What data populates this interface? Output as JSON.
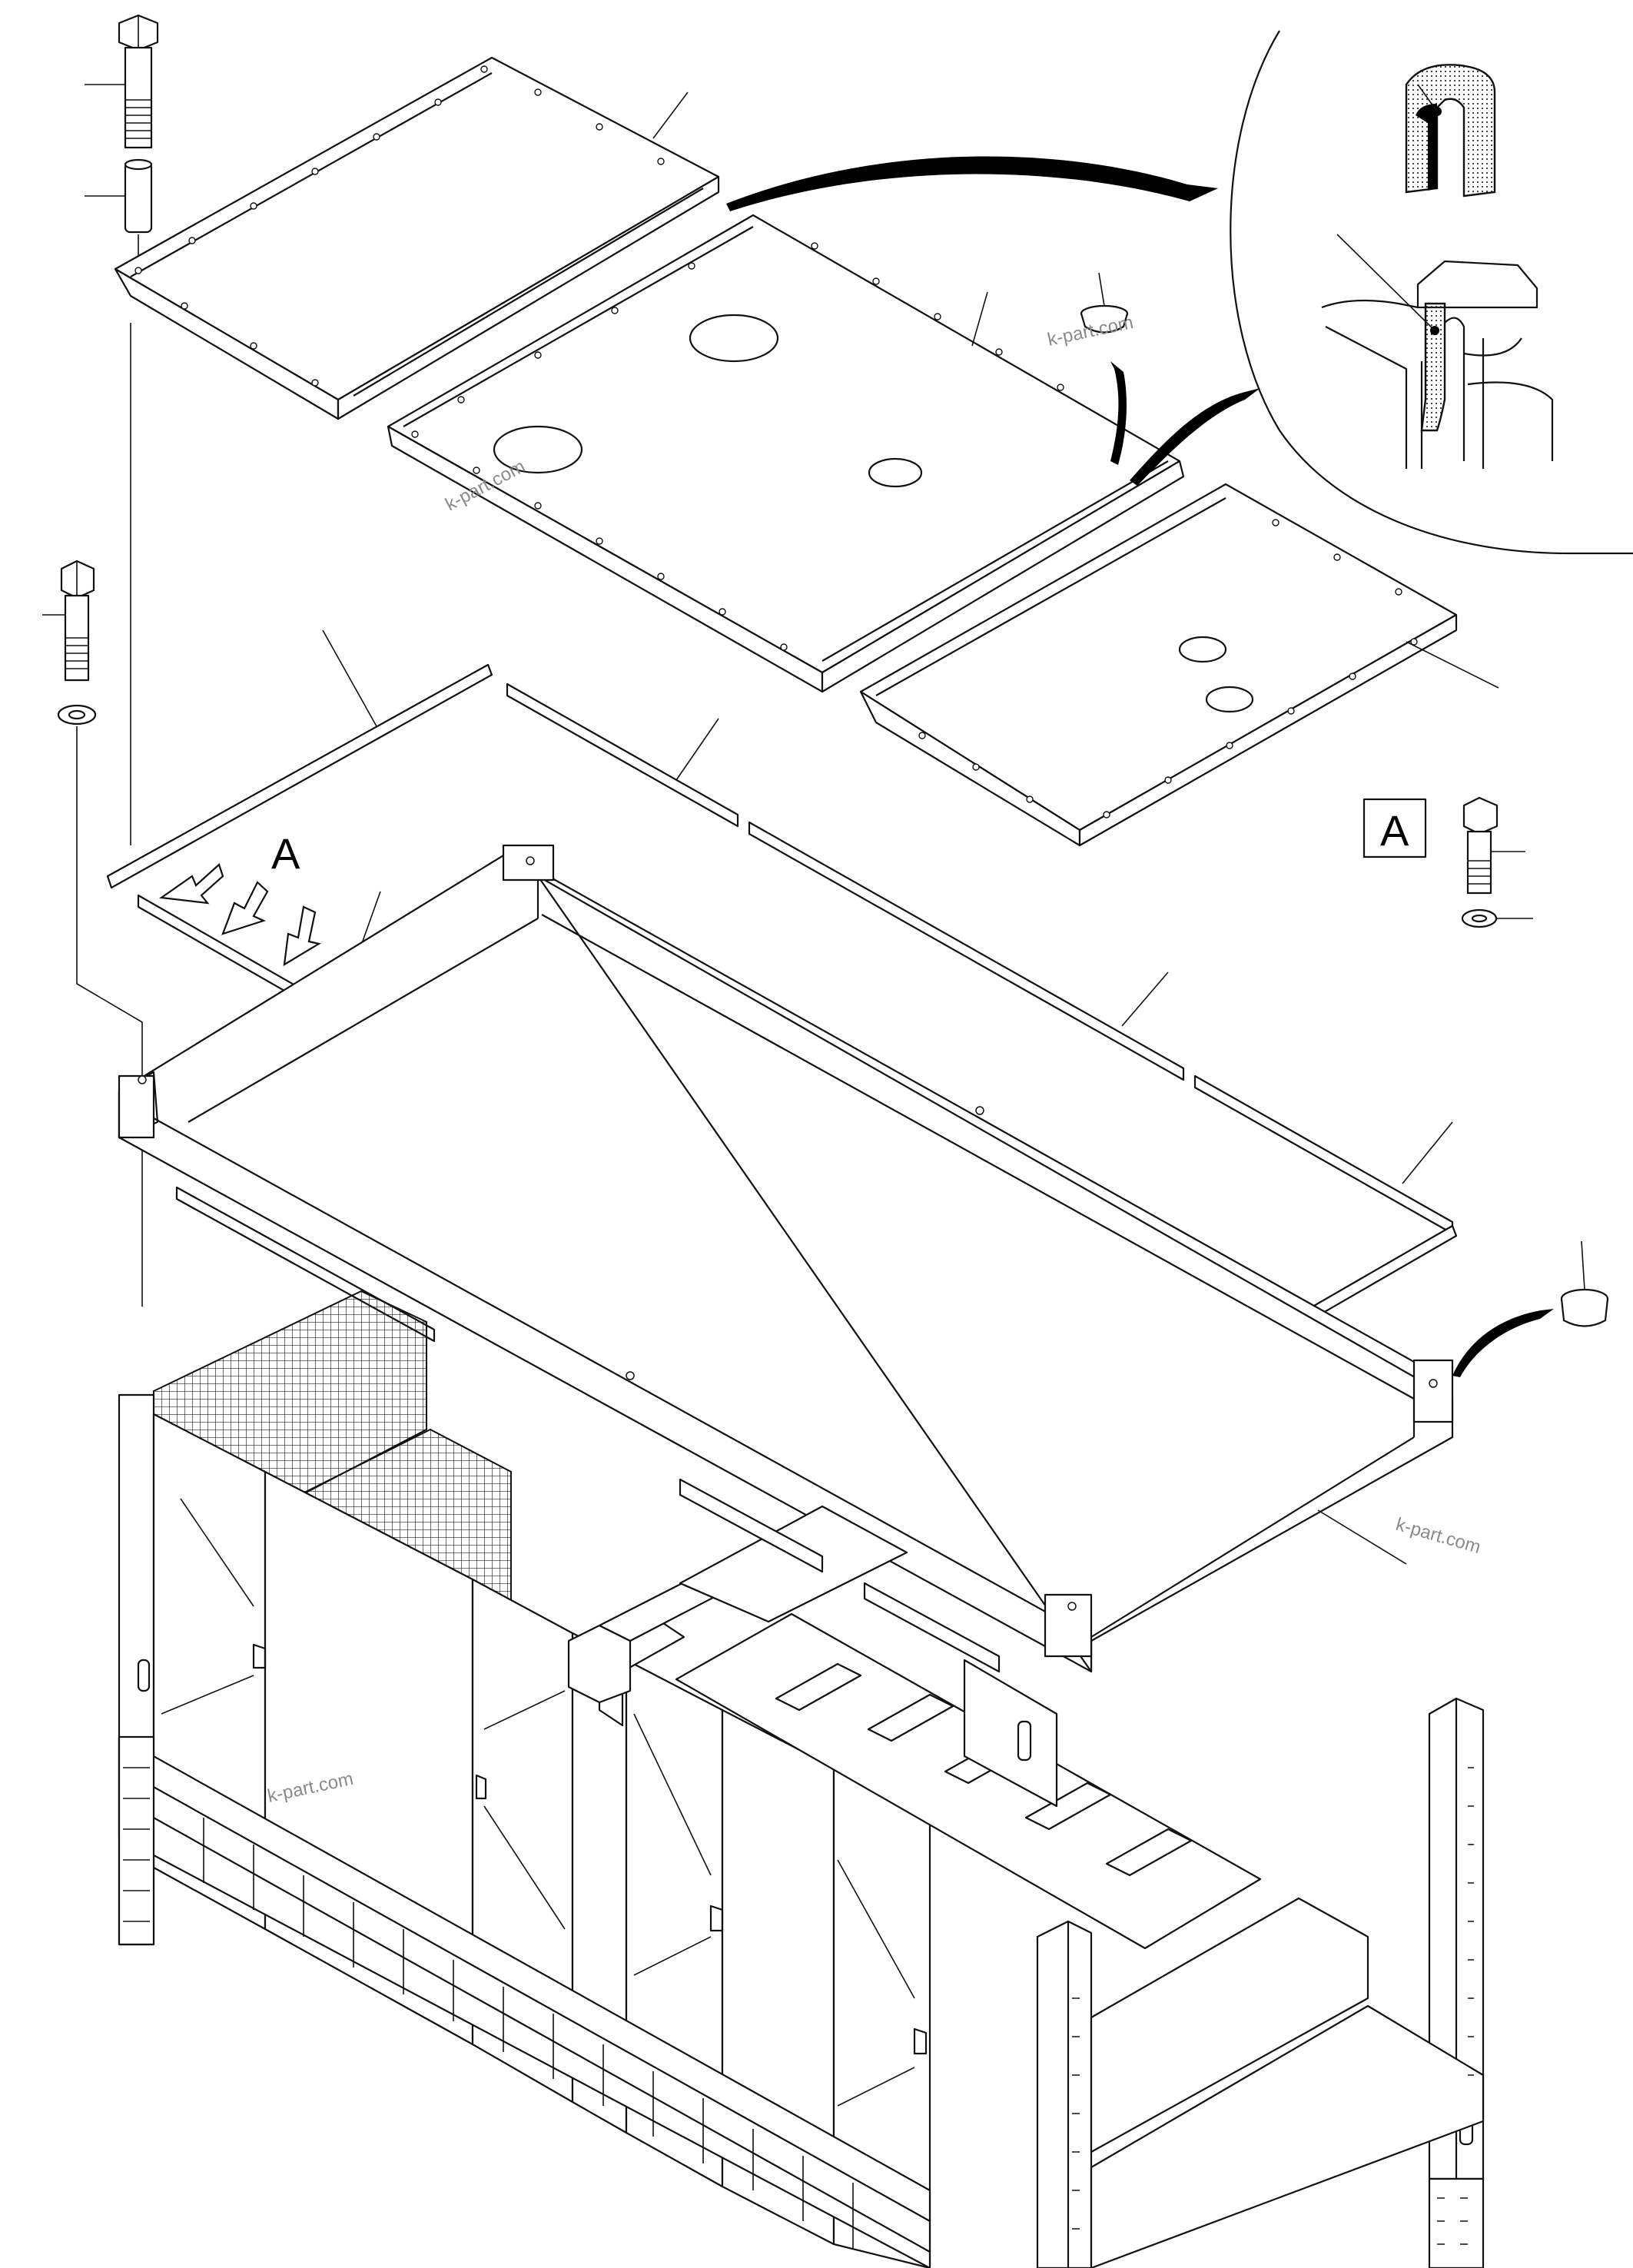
{
  "diagram": {
    "view_labels": [
      "A",
      "A"
    ],
    "detail_box_label": "A",
    "watermark": "k-part.com"
  },
  "colors": {
    "line": "#111111",
    "background": "#ffffff",
    "watermark": "#8a8a8a",
    "callout": "#000000"
  },
  "icons": [
    "bolt-icon",
    "spacer-sleeve-icon",
    "washer-icon",
    "plug-cap-icon",
    "edge-seal-icon",
    "view-arrow-icon"
  ]
}
